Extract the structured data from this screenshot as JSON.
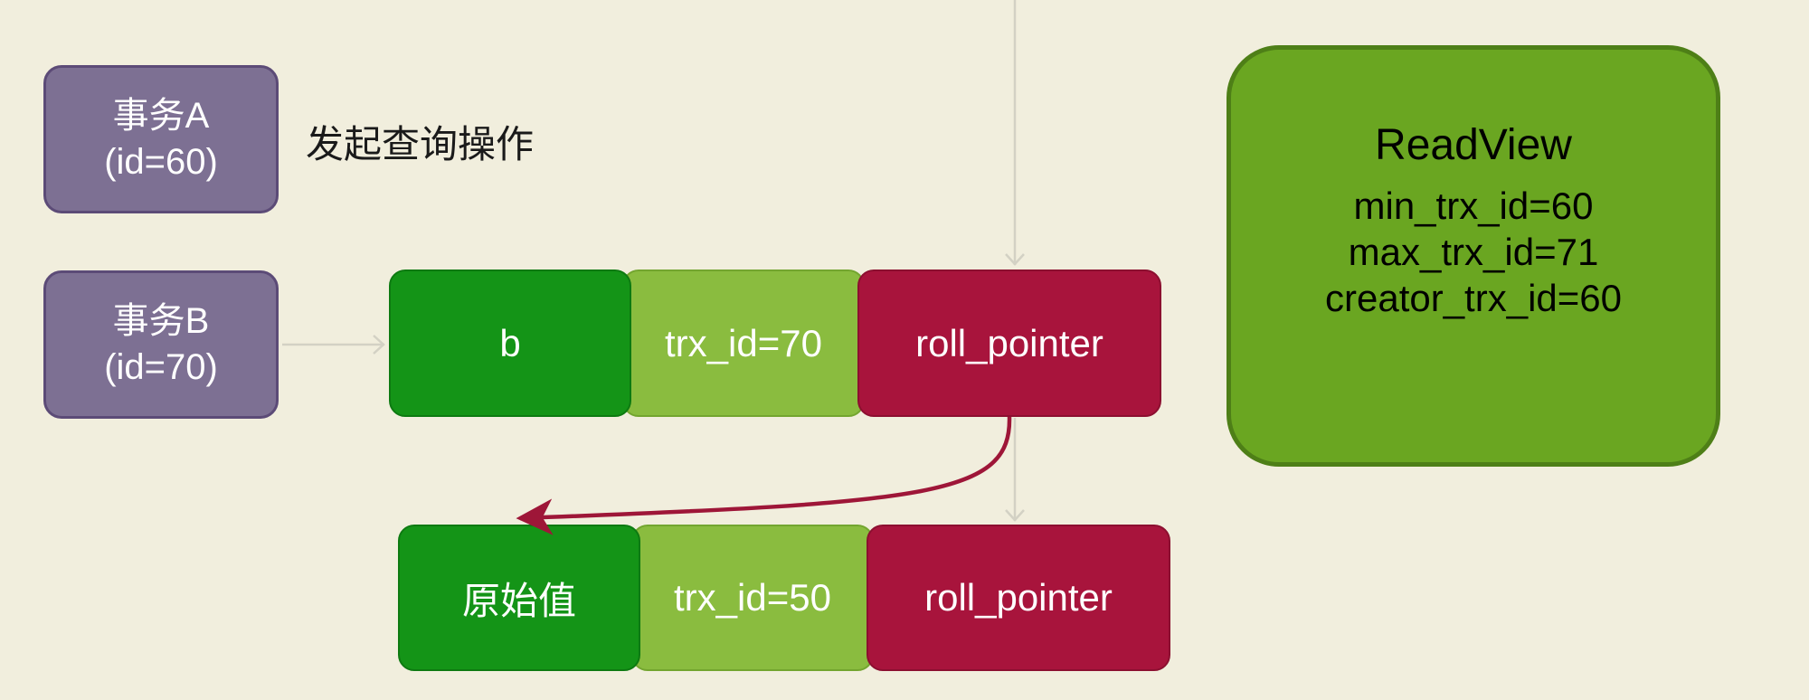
{
  "canvas": {
    "background": "#f1eedd"
  },
  "txn_a": {
    "line1": "事务A",
    "line2": "(id=60)"
  },
  "txn_b": {
    "line1": "事务B",
    "line2": "(id=70)"
  },
  "annotation": "发起查询操作",
  "row1": {
    "value": "b",
    "trx": "trx_id=70",
    "roll": "roll_pointer"
  },
  "row2": {
    "value": "原始值",
    "trx": "trx_id=50",
    "roll": "roll_pointer"
  },
  "readview": {
    "title": "ReadView",
    "lines": [
      "min_trx_id=60",
      "max_trx_id=71",
      "creator_trx_id=60"
    ]
  },
  "colors": {
    "purple_box": "#7d7093",
    "purple_border": "#5c4b77",
    "value_green": "#149417",
    "trx_light_green": "#8abc3f",
    "roll_pointer_red": "#a8143c",
    "readview_green": "#6aa621",
    "readview_border": "#4e7f17",
    "arrow": "#9e1638",
    "faint_connector": "#d3d1c4"
  }
}
